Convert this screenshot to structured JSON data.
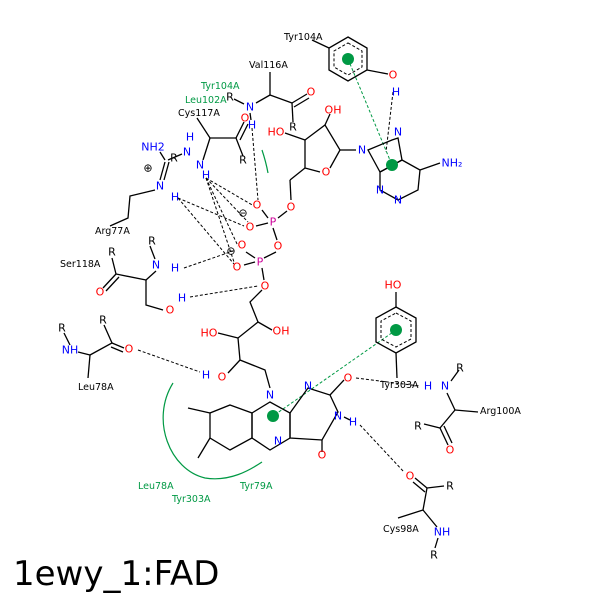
{
  "title": "1ewy_1:FAD",
  "residues": [
    "Tyr104A",
    "Val116A",
    "Cys117A",
    "Arg77A",
    "Ser118A",
    "Leu78A",
    "Tyr303A",
    "Arg100A",
    "Cys98A"
  ],
  "hydrophobic": [
    "Tyr104A",
    "Leu102A",
    "Leu78A",
    "Tyr303A",
    "Tyr79A"
  ],
  "atoms": {
    "O": "O",
    "N": "N",
    "H": "H",
    "R": "R",
    "P": "P",
    "OH": "OH",
    "HO": "HO",
    "NH": "NH",
    "NH2": "NH2",
    "NH2b": "NH₂",
    "minus": "⊖",
    "plus": "⊕"
  },
  "colors": {
    "hydrophobic": "#009944",
    "oxygen": "#ff0000",
    "nitrogen": "#0000ff",
    "phosphorus": "#cc0099"
  }
}
